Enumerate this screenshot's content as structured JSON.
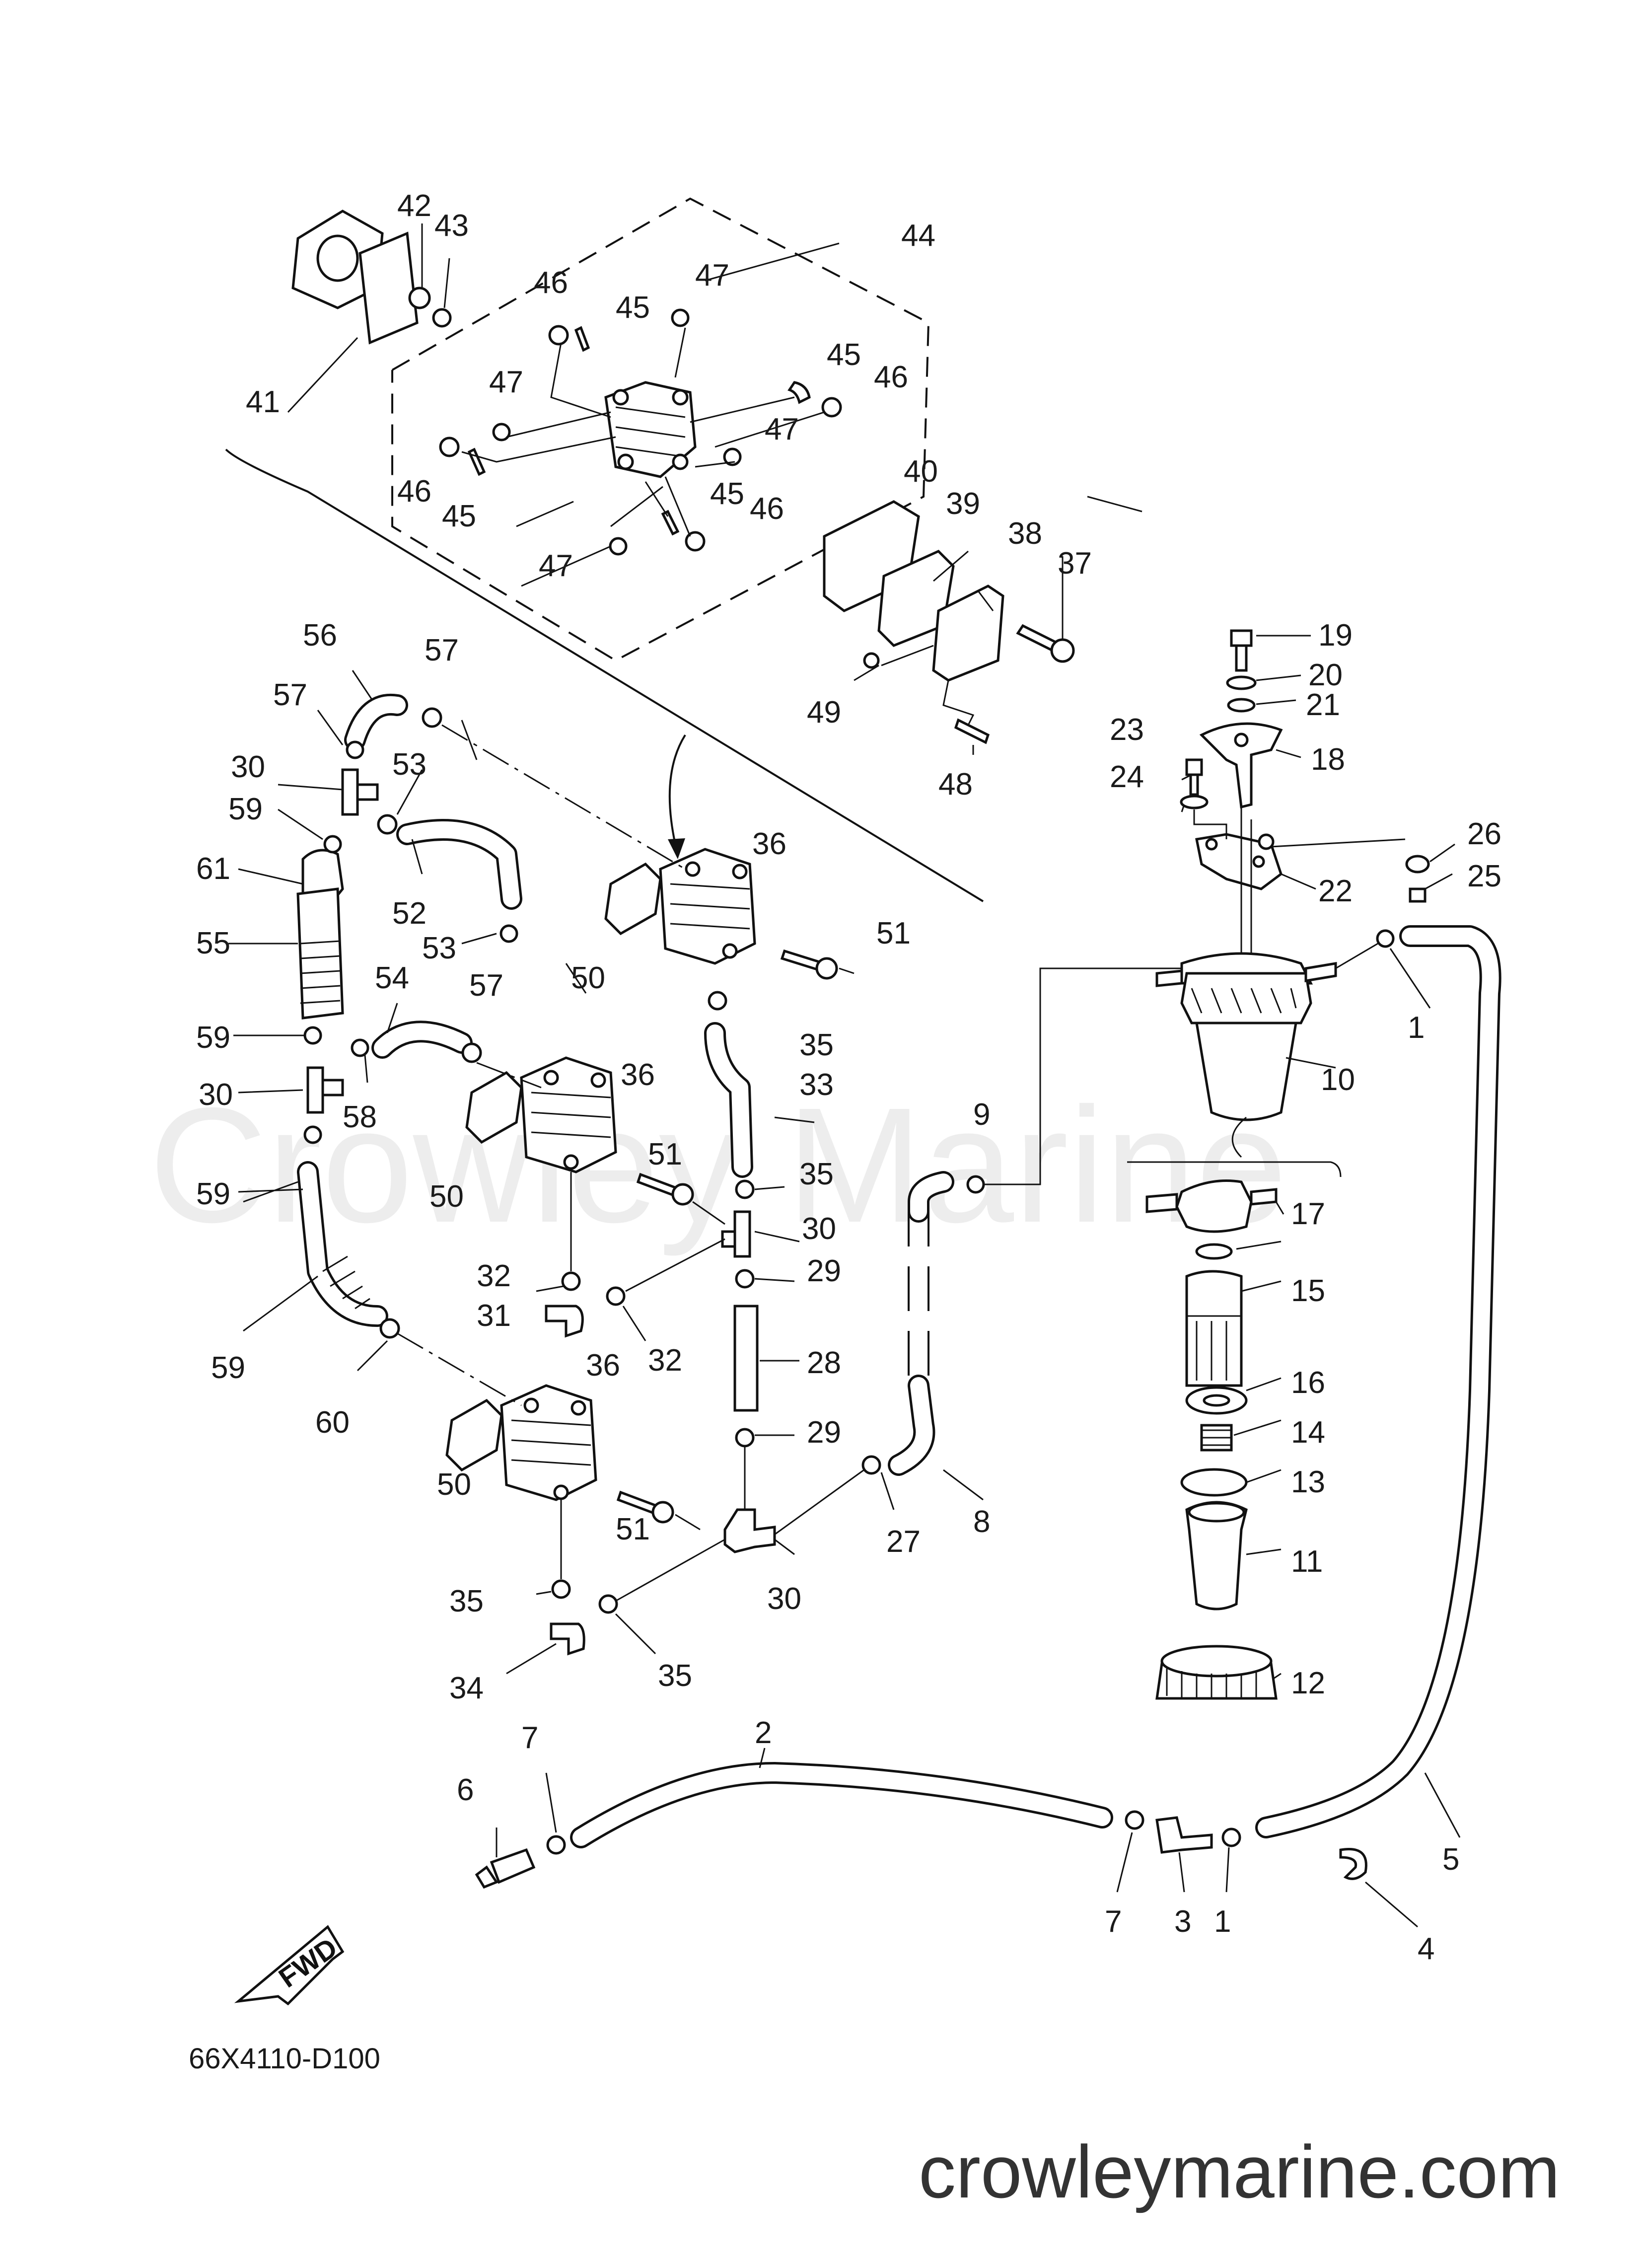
{
  "diagram": {
    "watermark": "Crowley Marine",
    "site": "crowleymarine.com",
    "code": "66X4110-D100",
    "fwd": "FWD",
    "labels": [
      {
        "id": "l1a",
        "text": "1"
      },
      {
        "id": "l1b",
        "text": "1"
      },
      {
        "id": "l2",
        "text": "2"
      },
      {
        "id": "l3",
        "text": "3"
      },
      {
        "id": "l4",
        "text": "4"
      },
      {
        "id": "l5",
        "text": "5"
      },
      {
        "id": "l6",
        "text": "6"
      },
      {
        "id": "l7a",
        "text": "7"
      },
      {
        "id": "l7b",
        "text": "7"
      },
      {
        "id": "l8",
        "text": "8"
      },
      {
        "id": "l9",
        "text": "9"
      },
      {
        "id": "l10",
        "text": "10"
      },
      {
        "id": "l11",
        "text": "11"
      },
      {
        "id": "l12",
        "text": "12"
      },
      {
        "id": "l13",
        "text": "13"
      },
      {
        "id": "l14",
        "text": "14"
      },
      {
        "id": "l15",
        "text": "15"
      },
      {
        "id": "l16",
        "text": "16"
      },
      {
        "id": "l17",
        "text": "17"
      },
      {
        "id": "l18",
        "text": "18"
      },
      {
        "id": "l19",
        "text": "19"
      },
      {
        "id": "l20",
        "text": "20"
      },
      {
        "id": "l21",
        "text": "21"
      },
      {
        "id": "l22",
        "text": "22"
      },
      {
        "id": "l23",
        "text": "23"
      },
      {
        "id": "l24",
        "text": "24"
      },
      {
        "id": "l25",
        "text": "25"
      },
      {
        "id": "l26",
        "text": "26"
      },
      {
        "id": "l27",
        "text": "27"
      },
      {
        "id": "l28",
        "text": "28"
      },
      {
        "id": "l29a",
        "text": "29"
      },
      {
        "id": "l29b",
        "text": "29"
      },
      {
        "id": "l30a",
        "text": "30"
      },
      {
        "id": "l30b",
        "text": "30"
      },
      {
        "id": "l30c",
        "text": "30"
      },
      {
        "id": "l30d",
        "text": "30"
      },
      {
        "id": "l31",
        "text": "31"
      },
      {
        "id": "l32a",
        "text": "32"
      },
      {
        "id": "l32b",
        "text": "32"
      },
      {
        "id": "l33",
        "text": "33"
      },
      {
        "id": "l34",
        "text": "34"
      },
      {
        "id": "l35a",
        "text": "35"
      },
      {
        "id": "l35b",
        "text": "35"
      },
      {
        "id": "l35c",
        "text": "35"
      },
      {
        "id": "l35d",
        "text": "35"
      },
      {
        "id": "l36a",
        "text": "36"
      },
      {
        "id": "l36b",
        "text": "36"
      },
      {
        "id": "l36c",
        "text": "36"
      },
      {
        "id": "l37",
        "text": "37"
      },
      {
        "id": "l38",
        "text": "38"
      },
      {
        "id": "l39",
        "text": "39"
      },
      {
        "id": "l40",
        "text": "40"
      },
      {
        "id": "l41",
        "text": "41"
      },
      {
        "id": "l42",
        "text": "42"
      },
      {
        "id": "l43",
        "text": "43"
      },
      {
        "id": "l44",
        "text": "44"
      },
      {
        "id": "l45a",
        "text": "45"
      },
      {
        "id": "l45b",
        "text": "45"
      },
      {
        "id": "l45c",
        "text": "45"
      },
      {
        "id": "l45d",
        "text": "45"
      },
      {
        "id": "l46a",
        "text": "46"
      },
      {
        "id": "l46b",
        "text": "46"
      },
      {
        "id": "l46c",
        "text": "46"
      },
      {
        "id": "l46d",
        "text": "46"
      },
      {
        "id": "l47a",
        "text": "47"
      },
      {
        "id": "l47b",
        "text": "47"
      },
      {
        "id": "l47c",
        "text": "47"
      },
      {
        "id": "l47d",
        "text": "47"
      },
      {
        "id": "l48",
        "text": "48"
      },
      {
        "id": "l49",
        "text": "49"
      },
      {
        "id": "l50a",
        "text": "50"
      },
      {
        "id": "l50b",
        "text": "50"
      },
      {
        "id": "l50c",
        "text": "50"
      },
      {
        "id": "l51a",
        "text": "51"
      },
      {
        "id": "l51b",
        "text": "51"
      },
      {
        "id": "l51c",
        "text": "51"
      },
      {
        "id": "l52",
        "text": "52"
      },
      {
        "id": "l53a",
        "text": "53"
      },
      {
        "id": "l53b",
        "text": "53"
      },
      {
        "id": "l54",
        "text": "54"
      },
      {
        "id": "l55",
        "text": "55"
      },
      {
        "id": "l56",
        "text": "56"
      },
      {
        "id": "l57a",
        "text": "57"
      },
      {
        "id": "l57b",
        "text": "57"
      },
      {
        "id": "l57c",
        "text": "57"
      },
      {
        "id": "l58",
        "text": "58"
      },
      {
        "id": "l59a",
        "text": "59"
      },
      {
        "id": "l59b",
        "text": "59"
      },
      {
        "id": "l59c",
        "text": "59"
      },
      {
        "id": "l59d",
        "text": "59"
      },
      {
        "id": "l60",
        "text": "60"
      },
      {
        "id": "l61",
        "text": "61"
      }
    ]
  }
}
